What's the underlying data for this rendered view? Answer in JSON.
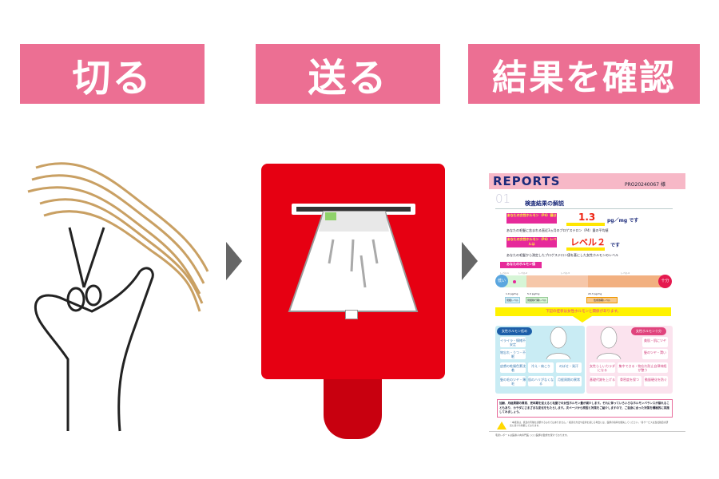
{
  "steps": [
    {
      "label": "切る"
    },
    {
      "label": "送る"
    },
    {
      "label": "結果を確認"
    }
  ],
  "colors": {
    "banner": "#ec6f93",
    "postbox": "#e60012",
    "arrow": "#666666"
  },
  "report": {
    "title": "REPORTS",
    "id": "PRO20240067 様",
    "section_no": "01",
    "section_title": "検査結果の解説",
    "value_label": "あなたの女性ホルモン（P4）値は",
    "value": "1.3",
    "value_unit": "pg／mg です",
    "value_note": "あなたの毛髪に含まれる直近3ヵ月のプロゲステロン（P4）量の平均値",
    "level_label": "あなたの女性ホルモン（P4）レベルは",
    "level": "レベル２",
    "level_unit": "です",
    "level_note": "あなたの毛髪から測定したプロゲステロン値を基にした女性ホルモンのレベル",
    "hormone_tag": "あなたのホルモン値",
    "levels": [
      "レベル1",
      "レベル2",
      "レベル3",
      "レベル4"
    ],
    "low": "低い",
    "high": "十分",
    "ticks": [
      "1.0 pg/mg",
      "5.9 pg/mg",
      "20.3 pg/mg"
    ],
    "stages": [
      "閉経レベル",
      "閉経移行期レベル",
      "性成熟期レベル"
    ],
    "banner": "下記の症状は女性ホルモンと関係があります。",
    "low_title": "女性ホルモン低め",
    "low_items": [
      "イライラ・情緒不安定",
      "物忘れ・うつ・不眠",
      "皮膚の乾燥色素沈着",
      "冷え・肩こり",
      "のぼせ・発汗",
      "髪の毛のツヤ・薄毛",
      "肌のハリがなくなる",
      "月経周期の異常"
    ],
    "high_title": "女性ホルモン十分",
    "high_items": [
      "美肌・肌にツヤ",
      "髪のツヤ・潤い",
      "女性らしいカラダになる",
      "集中できる・物忘れ防止自律神経が整う",
      "基礎代謝を上げる",
      "骨密度を保つ",
      "動脈硬化を防ぐ"
    ],
    "summary": "加齢、月経周期の異常、更年期を迎えると毛髪での女性ホルモン量が減少します。それに伴っていろいろなホルモンバランスが崩れることもあり、カラダにさまざまな変化をもたらします。次ページから原因と対策をご紹介しますので、ご自身に合った対策を積極的に実施してみましょう。",
    "warnings": "・本検査は、疾患の有無を診断するものではありません。・検査の方法や症状を感じる場合には、医師の指導を優先してください。・各サービスは当社独自の研究に基づき判断しております。",
    "footer": "毛髪レポートは医療人向専門医 ○○○医師の監修を受けております。"
  }
}
